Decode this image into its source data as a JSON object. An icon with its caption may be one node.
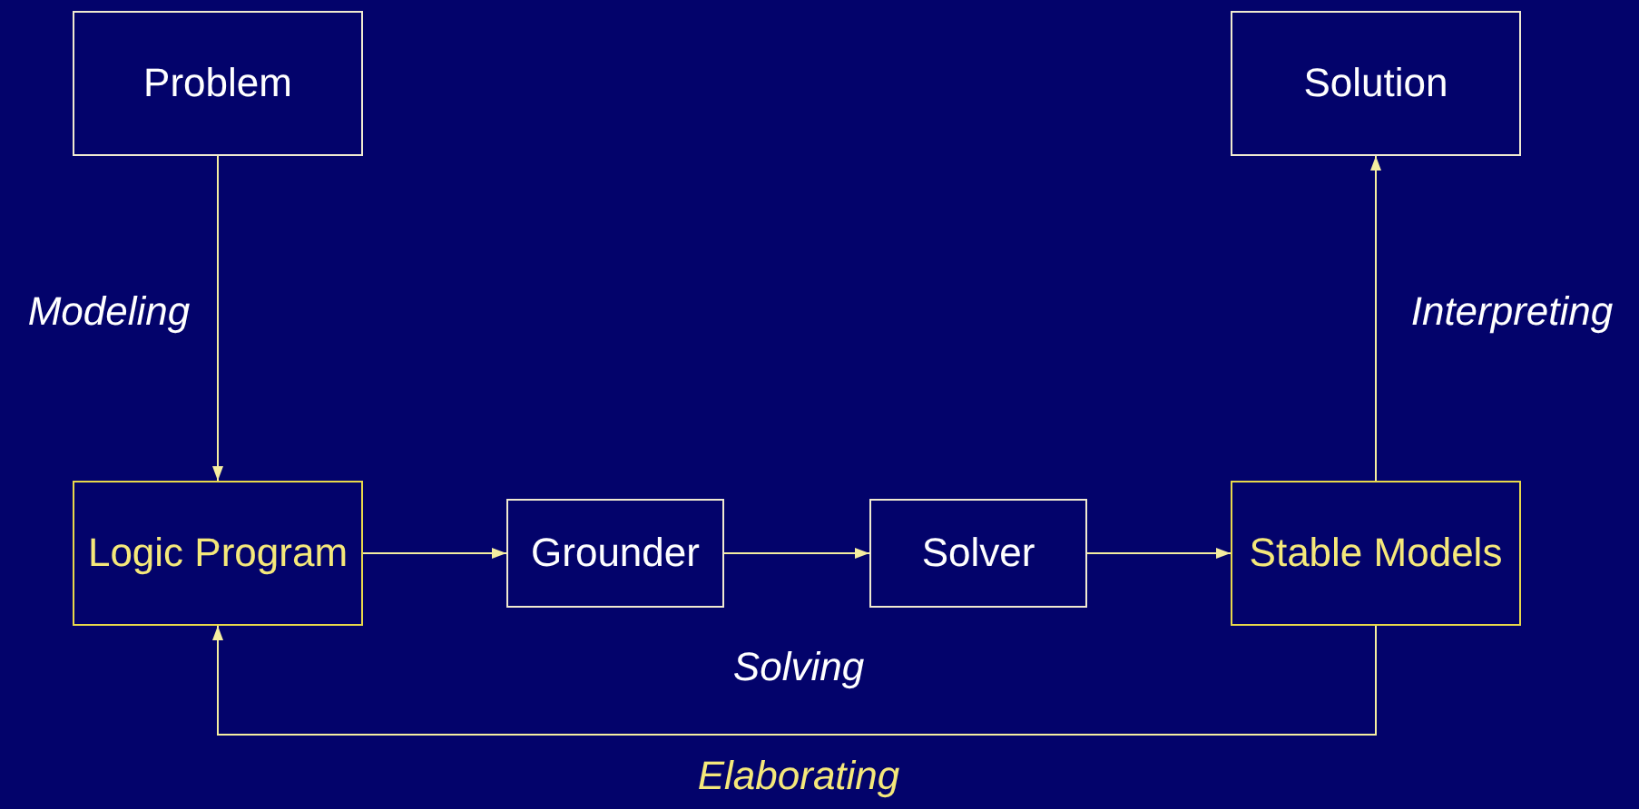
{
  "diagram": {
    "nodes": [
      {
        "text": [
          "Problem"
        ]
      },
      {
        "text": [
          "Solution"
        ]
      },
      {
        "text": [
          "Logic Program"
        ]
      },
      {
        "text": [
          "Grounder"
        ]
      },
      {
        "text": [
          "Solver"
        ]
      },
      {
        "text": [
          "Stable Models"
        ]
      }
    ],
    "edges": [
      {
        "from": 0,
        "to": 2,
        "arrow": "to",
        "label": "Modeling"
      },
      {
        "from": 2,
        "to": 3,
        "arrow": "to"
      },
      {
        "from": 3,
        "to": 4,
        "arrow": "to"
      },
      {
        "from": 4,
        "to": 5,
        "arrow": "to"
      },
      {
        "from": 5,
        "to": 1,
        "arrow": "to",
        "label": "Interpreting"
      },
      {
        "from": 5,
        "to": 2,
        "arrow": "to",
        "label": "Elaborating"
      }
    ],
    "labels": [
      "Solving"
    ]
  }
}
